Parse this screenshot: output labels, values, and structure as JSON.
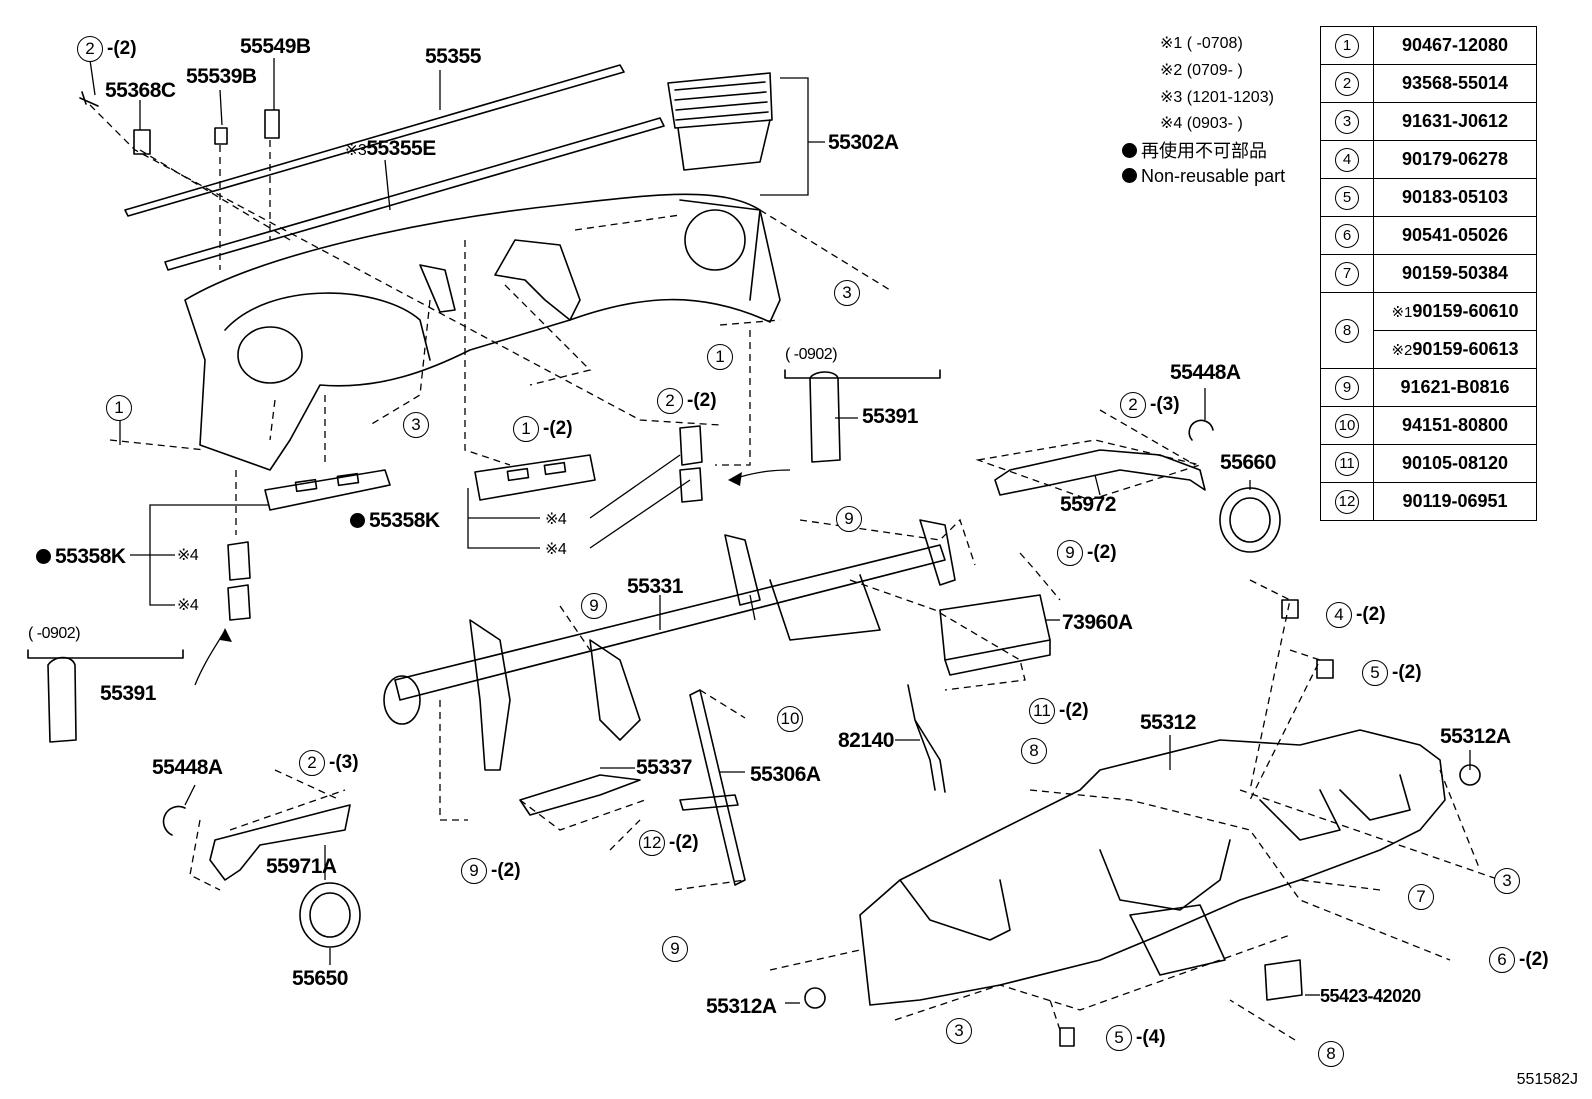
{
  "notes": {
    "n1": "※1 (      -0708)",
    "n2": "※2 (0709-       )",
    "n3": "※3 (1201-1203)",
    "n4": "※4 (0903-     )",
    "non_reusable_jp": "再使用不可部品",
    "non_reusable_en": "Non-reusable part"
  },
  "parts_table": [
    {
      "no": "1",
      "part": "90467-12080"
    },
    {
      "no": "2",
      "part": "93568-55014"
    },
    {
      "no": "3",
      "part": "91631-J0612"
    },
    {
      "no": "4",
      "part": "90179-06278"
    },
    {
      "no": "5",
      "part": "90183-05103"
    },
    {
      "no": "6",
      "part": "90541-05026"
    },
    {
      "no": "7",
      "part": "90159-50384"
    },
    {
      "no": "8",
      "part_a": "90159-60610",
      "prefix_a": "※1",
      "part_b": "90159-60613",
      "prefix_b": "※2"
    },
    {
      "no": "9",
      "part": "91621-B0816"
    },
    {
      "no": "10",
      "part": "94151-80800"
    },
    {
      "no": "11",
      "part": "90105-08120"
    },
    {
      "no": "12",
      "part": "90119-06951"
    }
  ],
  "labels": {
    "l55549B": "55549B",
    "l55355": "55355",
    "l55368C": "55368C",
    "l55539B": "55539B",
    "l55355E": "55355E",
    "l55355E_pre": "※3",
    "l55302A": "55302A",
    "l55391a": "55391",
    "l55391a_range": "(    -0902)",
    "l55391b": "55391",
    "l55391b_range": "(    -0902)",
    "l55448Aa": "55448A",
    "l55448Ab": "55448A",
    "l55660": "55660",
    "l55972": "55972",
    "l55358Ka": "55358K",
    "l55358Kb": "55358K",
    "star4": "※4",
    "l55331": "55331",
    "l73960A": "73960A",
    "l82140": "82140",
    "l55312": "55312",
    "l55312Aa": "55312A",
    "l55312Ab": "55312A",
    "l55337": "55337",
    "l55306A": "55306A",
    "l55971A": "55971A",
    "l55650": "55650",
    "l55423": "55423-42020"
  },
  "callouts": {
    "c2_2": "-(2)",
    "c2_3": "-(3)",
    "c1_2": "-(2)",
    "c9_2": "-(2)",
    "c4_2": "-(2)",
    "c5_2": "-(2)",
    "c11_2": "-(2)",
    "c12_2": "-(2)",
    "c6_2": "-(2)",
    "c5_4": "-(4)"
  },
  "footer_code": "551582J"
}
